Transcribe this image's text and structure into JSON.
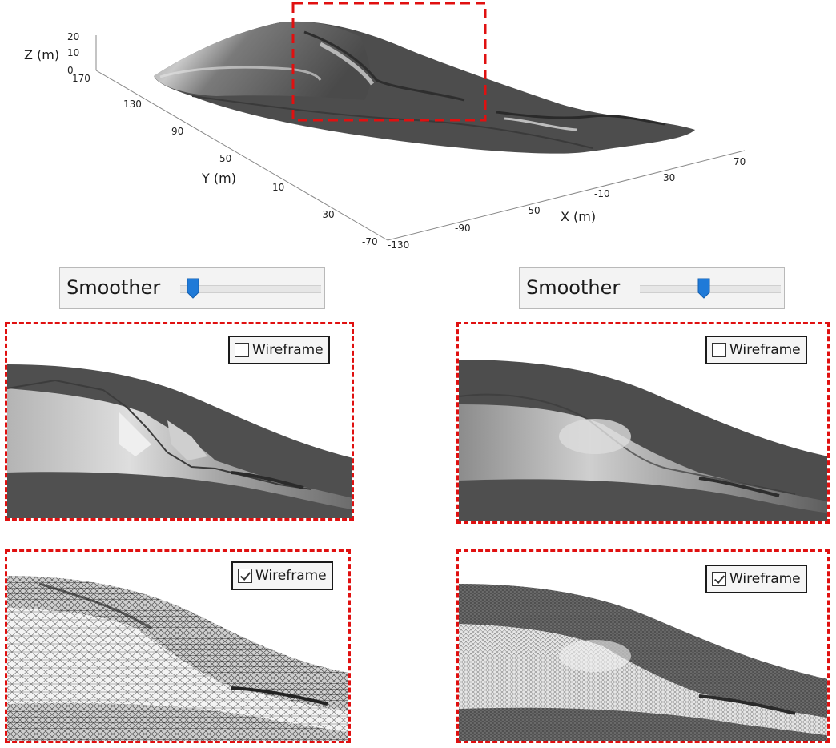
{
  "plot3d": {
    "zlabel": "Z (m)",
    "ylabel": "Y (m)",
    "xlabel": "X (m)",
    "z_ticks": [
      "20",
      "10",
      "0"
    ],
    "y_ticks": [
      "170",
      "130",
      "90",
      "50",
      "10",
      "-30",
      "-70"
    ],
    "x_ticks": [
      "-130",
      "-90",
      "-50",
      "-10",
      "30",
      "70"
    ]
  },
  "left": {
    "smoother_label": "Smoother",
    "smoother_level": 0.05,
    "wireframe_off_label": "Wireframe",
    "wireframe_on_label": "Wireframe",
    "wireframe_off_checked": false,
    "wireframe_on_checked": true
  },
  "right": {
    "smoother_label": "Smoother",
    "smoother_level": 0.45,
    "wireframe_off_label": "Wireframe",
    "wireframe_on_label": "Wireframe",
    "wireframe_off_checked": false,
    "wireframe_on_checked": true
  },
  "colors": {
    "highlight": "#e01010",
    "thumb": "#1f7ad8",
    "terrain_dark": "#4a4a4a",
    "terrain_light": "#d0d0d0"
  }
}
